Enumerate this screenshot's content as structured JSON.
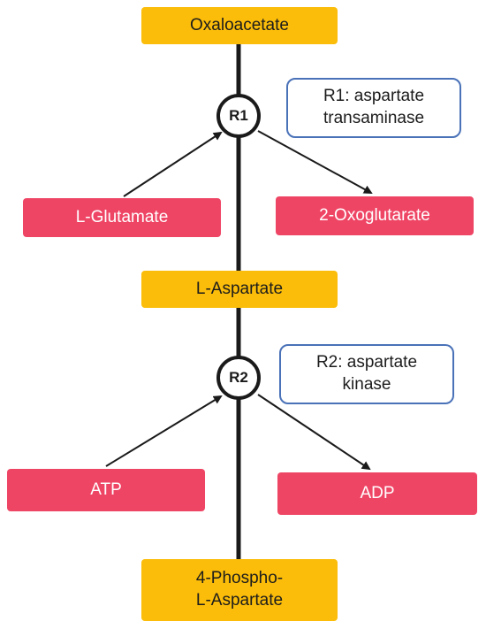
{
  "colors": {
    "metabolite_fill": "#fbbd09",
    "cofactor_fill": "#ef4565",
    "enzyme_border": "#4a72b8",
    "line": "#1a1a1a"
  },
  "metabolites": {
    "oxaloacetate": "Oxaloacetate",
    "l_aspartate": "L-Aspartate",
    "phospho_line1": "4-Phospho-",
    "phospho_line2": "L-Aspartate"
  },
  "reactions": {
    "r1": {
      "label": "R1",
      "enzyme_line1": "R1: aspartate",
      "enzyme_line2": "transaminase",
      "input": "L-Glutamate",
      "output": "2-Oxoglutarate"
    },
    "r2": {
      "label": "R2",
      "enzyme_line1": "R2: aspartate",
      "enzyme_line2": "kinase",
      "input": "ATP",
      "output": "ADP"
    }
  }
}
